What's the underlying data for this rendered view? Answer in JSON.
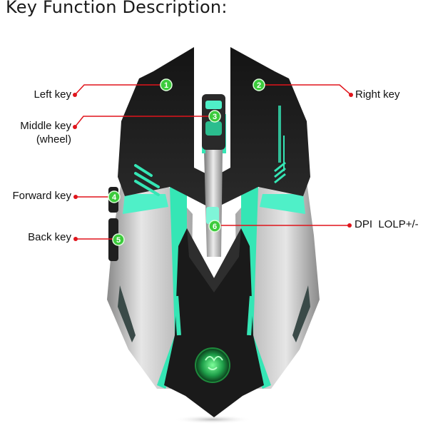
{
  "title": "Key Function Description:",
  "callouts": [
    {
      "number": "1",
      "label": "Left key"
    },
    {
      "number": "2",
      "label": "Right key"
    },
    {
      "number": "3",
      "label": "Middle key",
      "sublabel": "(wheel)"
    },
    {
      "number": "4",
      "label": "Forward key"
    },
    {
      "number": "5",
      "label": "Back key"
    },
    {
      "number": "6",
      "label": "DPI  LOLP+/-"
    }
  ],
  "colors": {
    "callout_line": "#e0141b",
    "badge_fill": "#3ccb3c",
    "mouse_body": "#1c1c1c",
    "accent_glow": "#35e6b5",
    "silver": "#c8c8c8"
  },
  "icons": {
    "logo": "scorpion-logo-icon"
  }
}
